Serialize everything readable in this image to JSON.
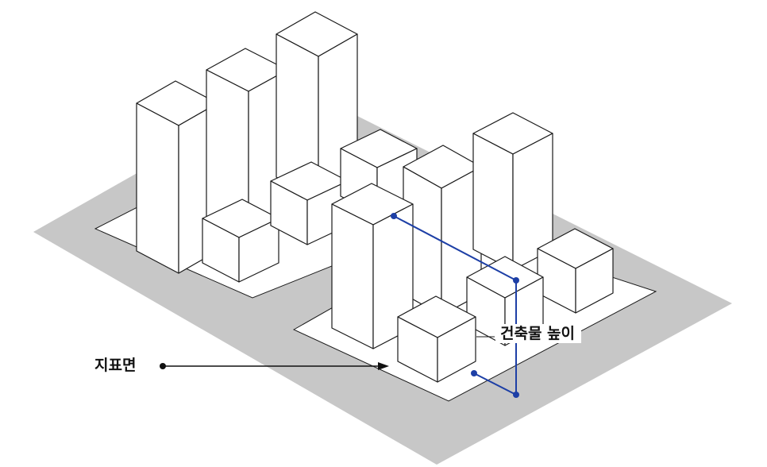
{
  "labels": {
    "building_height": "건축물 높이",
    "ground_surface": "지표면"
  },
  "colors": {
    "ground": "#c7c7c7",
    "block": "#ffffff",
    "building_face": "#ffffff",
    "outline": "#1a1a1a",
    "height_marker": "#1d3fa6"
  },
  "icons": [
    "ground-pointer-arrow",
    "height-measurement-line"
  ]
}
